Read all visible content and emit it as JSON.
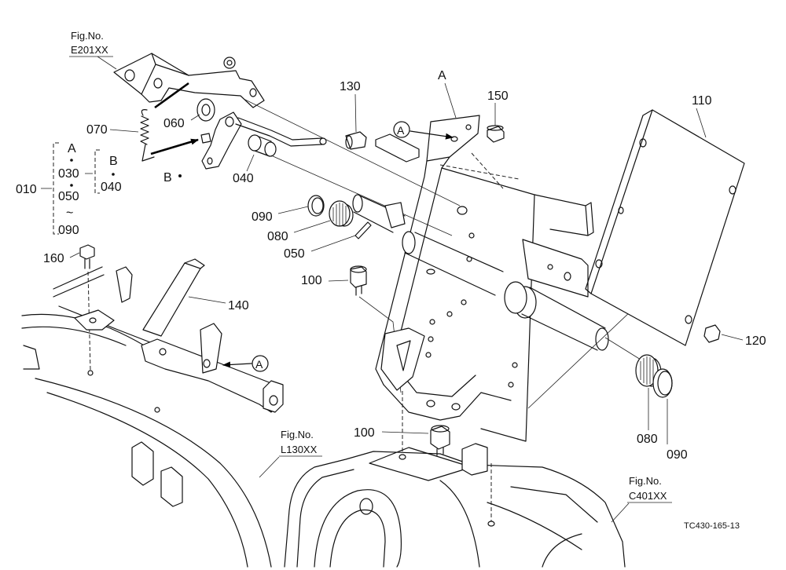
{
  "parts": {
    "p010": "010",
    "p030": "030",
    "p040": "040",
    "p050": "050",
    "p060": "060",
    "p070": "070",
    "p080": "080",
    "p090": "090",
    "p100": "100",
    "p110": "110",
    "p120": "120",
    "p130": "130",
    "p140": "140",
    "p150": "150",
    "p160": "160"
  },
  "markers": {
    "a": "A",
    "b": "B",
    "range": "~"
  },
  "fig_refs": [
    {
      "label": "Fig.No.",
      "code": "E201XX"
    },
    {
      "label": "Fig.No.",
      "code": "L130XX"
    },
    {
      "label": "Fig.No.",
      "code": "C401XX"
    }
  ],
  "drawing_id": "TC430-165-13"
}
